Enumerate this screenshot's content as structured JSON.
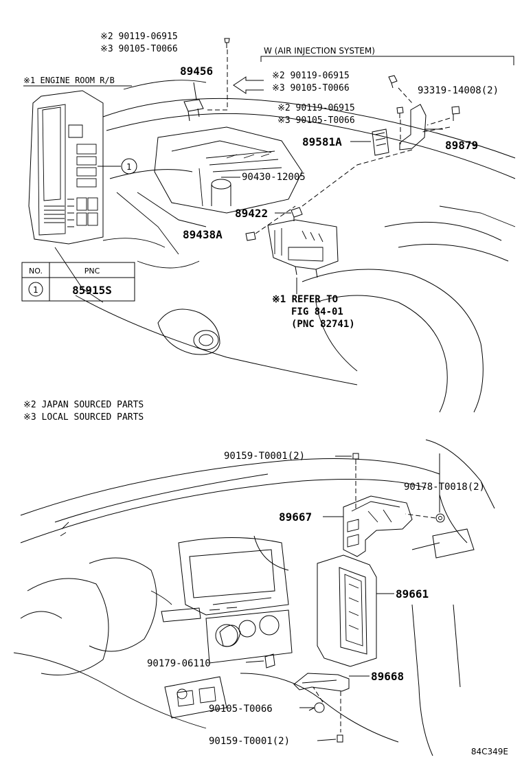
{
  "top_section": {
    "screw_a": {
      "line1": "※2 90119-06915",
      "line2": "※3 90105-T0066"
    },
    "engine_room_label": "※1 ENGINE ROOM R/B",
    "part_89456": "89456",
    "air_injection_label": "W (AIR INJECTION SYSTEM)",
    "screw_b": {
      "line1": "※2 90119-06915",
      "line2": "※3 90105-T0066"
    },
    "screw_c": {
      "line1": "※2 90119-06915",
      "line2": "※3 90105-T0066"
    },
    "part_93319": "93319-14008(2)",
    "part_89581A": "89581A",
    "part_89879": "89879",
    "part_90430": "90430-12005",
    "part_89422": "89422",
    "part_89438A": "89438A",
    "refer": {
      "line1": "※1 REFER TO",
      "line2": "FIG 84-01",
      "line3": "(PNC 82741)"
    },
    "callout_number": "1"
  },
  "pnc_table": {
    "header_no": "NO.",
    "header_pnc": "PNC",
    "row_no": "1",
    "row_pnc": "85915S"
  },
  "notes": {
    "note2": "※2 JAPAN SOURCED PARTS",
    "note3": "※3 LOCAL SOURCED PARTS"
  },
  "bottom_section": {
    "part_90159_top": "90159-T0001(2)",
    "part_90178": "90178-T0018(2)",
    "part_89667": "89667",
    "part_89661": "89661",
    "part_90179": "90179-06110",
    "part_89668": "89668",
    "part_90105": "90105-T0066",
    "part_90159_bottom": "90159-T0001(2)"
  },
  "figure_code": "84C349E"
}
